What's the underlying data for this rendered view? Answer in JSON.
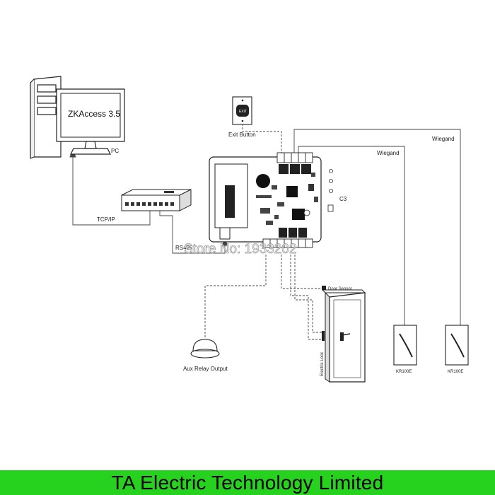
{
  "pc": {
    "software": "ZKAccess 3.5",
    "label": "PC"
  },
  "devices": {
    "exit_button": {
      "label": "Exit Button",
      "face_text": "EXIT"
    },
    "controller": {
      "label": "C3"
    },
    "network": {
      "tcp_label": "TCP/IP",
      "rs485_label": "RS485"
    },
    "aux": {
      "label": "Aux Relay Output"
    },
    "door": {
      "sensor_label": "Door Sensor",
      "lock_label": "Electric Lock"
    },
    "readers": [
      {
        "wiegand_label": "Wiegand",
        "label": "KR100E"
      },
      {
        "wiegand_label": "Wiegand",
        "label": "KR100E"
      }
    ]
  },
  "watermark": "Store No: 1933202",
  "footer": {
    "company": "TA Electric Technology Limited",
    "color": "#27d21f"
  }
}
